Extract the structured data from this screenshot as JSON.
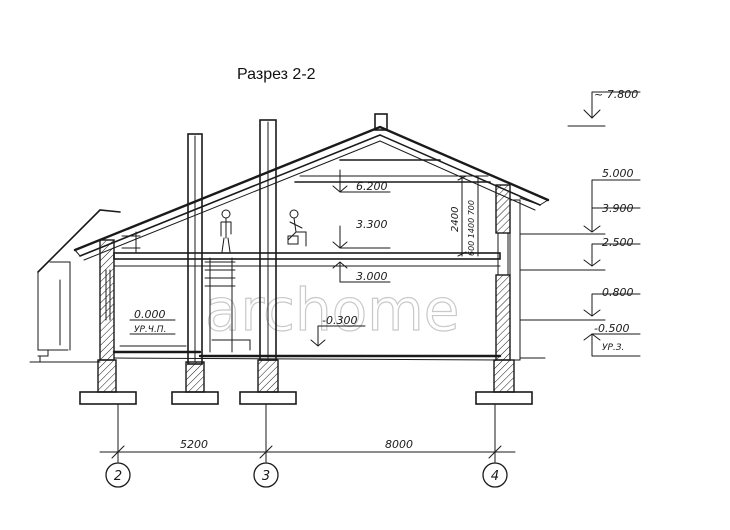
{
  "title": "Разрез 2-2",
  "watermark": "archome",
  "levels": {
    "ridge": "~ 7.800",
    "l5000": "5.000",
    "l3900": "3.900",
    "l2500": "2.500",
    "l0800": "0.800",
    "lm0500": "-0.500",
    "ur_z": "УР.З."
  },
  "inner_marks": {
    "h6200": "6.200",
    "h3300": "3.300",
    "h3000": "3.000",
    "hm0300": "-0.300",
    "h0000": "0.000",
    "ur_chp": "УР.Ч.П.",
    "wall_h": "2400",
    "opening": "600 1400 700"
  },
  "dimensions": {
    "left_span": "5200",
    "right_span": "8000"
  },
  "axes": [
    "2",
    "3",
    "4"
  ],
  "colors": {
    "ink": "#1a1a1a",
    "paper": "#ffffff",
    "watermark": "#c9c9c9"
  }
}
